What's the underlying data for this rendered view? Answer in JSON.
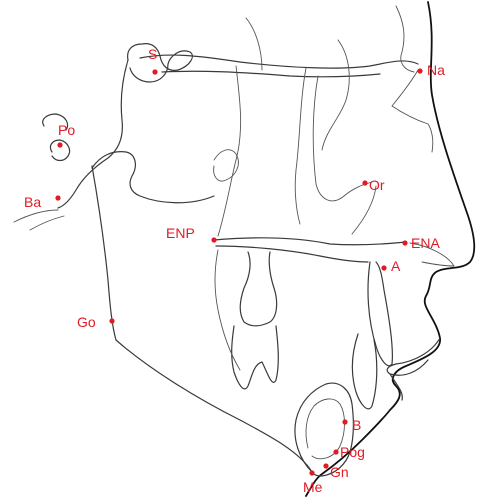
{
  "diagram": {
    "colors": {
      "landmark": "#e01b24",
      "tracing": "#3a3a3a",
      "profile": "#111111"
    },
    "landmarks": [
      {
        "id": "s",
        "label": "S"
      },
      {
        "id": "na",
        "label": "Na"
      },
      {
        "id": "po",
        "label": "Po"
      },
      {
        "id": "ba",
        "label": "Ba"
      },
      {
        "id": "or",
        "label": "Or"
      },
      {
        "id": "enp",
        "label": "ENP"
      },
      {
        "id": "ena",
        "label": "ENA"
      },
      {
        "id": "a",
        "label": "A"
      },
      {
        "id": "go",
        "label": "Go"
      },
      {
        "id": "b",
        "label": "B"
      },
      {
        "id": "pog",
        "label": "Pog"
      },
      {
        "id": "gn",
        "label": "Gn"
      },
      {
        "id": "me",
        "label": "Me"
      }
    ]
  }
}
